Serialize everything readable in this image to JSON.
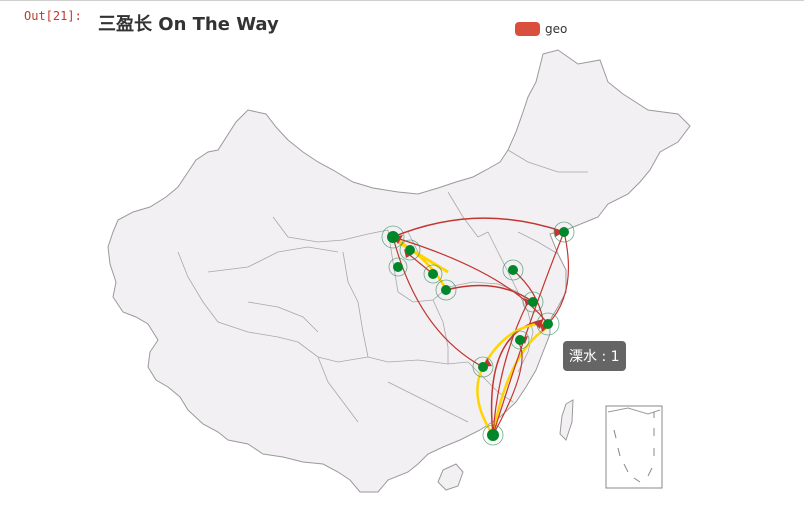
{
  "notebook": {
    "prompt": "Out[21]:"
  },
  "chart": {
    "title": "三盈长 On The Way",
    "legend": {
      "label": "geo",
      "color": "#d94e3d"
    },
    "tooltip": {
      "text": "溧水 : 1"
    }
  },
  "colors": {
    "land": "#f3f0f3",
    "border": "#9a9a9a",
    "line": "#c23531",
    "trail": "#ffd400",
    "point": "#00872a",
    "ripple": "#2e8b57"
  }
}
